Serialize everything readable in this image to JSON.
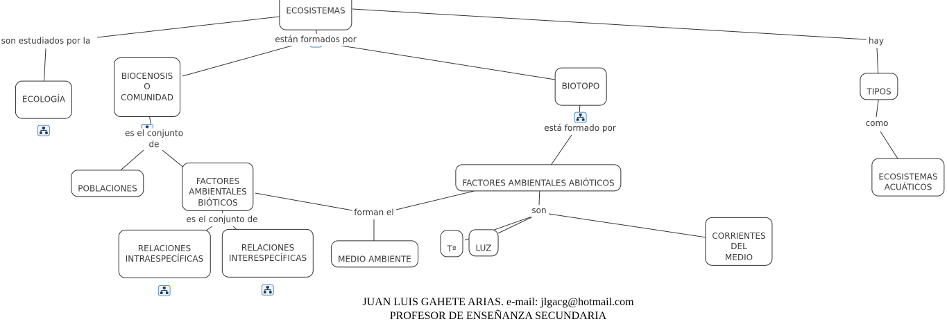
{
  "concepts": {
    "ecosistemas": {
      "label": "ECOSISTEMAS"
    },
    "ecologia": {
      "label": "ECOLOGÍA"
    },
    "biocenosis": {
      "label": "BIOCENOSIS\nO\nCOMUNIDAD"
    },
    "biotopo": {
      "label": "BIOTOPO"
    },
    "tipos": {
      "label": "TIPOS"
    },
    "poblaciones": {
      "label": "POBLACIONES"
    },
    "factores_bioticos": {
      "label": "FACTORES\nAMBIENTALES\nBIÓTICOS"
    },
    "factores_abioticos": {
      "label": "FACTORES AMBIENTALES ABIÓTICOS"
    },
    "relaciones_intra": {
      "label": "RELACIONES\nINTRAESPECÍFICAS"
    },
    "relaciones_inter": {
      "label": "RELACIONES\nINTERESPECÍFICAS"
    },
    "medio_ambiente": {
      "label": "MEDIO AMBIENTE"
    },
    "temperatura": {
      "label": "Tª"
    },
    "luz": {
      "label": "LUZ"
    },
    "corrientes": {
      "label": "CORRIENTES\nDEL\nMEDIO"
    },
    "ecosistemas_acuaticos": {
      "label": "ECOSISTEMAS\nACUÁTICOS"
    }
  },
  "links": {
    "son_estudiados": "son estudiados por la",
    "estan_formados": "están formados por",
    "hay": "hay",
    "es_el_conjunto_de_1": "es el conjunto\nde",
    "es_el_conjunto_de_2": "es el conjunto de",
    "forman_el": "forman el",
    "esta_formado_por": "está formado por",
    "son": "son",
    "como": "como"
  },
  "edges": [
    {
      "from": "ECOSISTEMAS",
      "label": "son estudiados por la",
      "to": "ECOLOGÍA"
    },
    {
      "from": "ECOSISTEMAS",
      "label": "están formados por",
      "to": "BIOCENOSIS O COMUNIDAD"
    },
    {
      "from": "ECOSISTEMAS",
      "label": "están formados por",
      "to": "BIOTOPO"
    },
    {
      "from": "ECOSISTEMAS",
      "label": "hay",
      "to": "TIPOS"
    },
    {
      "from": "BIOCENOSIS O COMUNIDAD",
      "label": "es el conjunto de",
      "to": "POBLACIONES"
    },
    {
      "from": "BIOCENOSIS O COMUNIDAD",
      "label": "es el conjunto de",
      "to": "FACTORES AMBIENTALES BIÓTICOS"
    },
    {
      "from": "FACTORES AMBIENTALES BIÓTICOS",
      "label": "es el conjunto de",
      "to": "RELACIONES INTRAESPECÍFICAS"
    },
    {
      "from": "FACTORES AMBIENTALES BIÓTICOS",
      "label": "es el conjunto de",
      "to": "RELACIONES INTERESPECÍFICAS"
    },
    {
      "from": "FACTORES AMBIENTALES BIÓTICOS",
      "label": "forman el",
      "to": "MEDIO AMBIENTE"
    },
    {
      "from": "FACTORES AMBIENTALES ABIÓTICOS",
      "label": "forman el",
      "to": "MEDIO AMBIENTE"
    },
    {
      "from": "BIOTOPO",
      "label": "está formado por",
      "to": "FACTORES AMBIENTALES ABIÓTICOS"
    },
    {
      "from": "FACTORES AMBIENTALES ABIÓTICOS",
      "label": "son",
      "to": "Tª"
    },
    {
      "from": "FACTORES AMBIENTALES ABIÓTICOS",
      "label": "son",
      "to": "LUZ"
    },
    {
      "from": "FACTORES AMBIENTALES ABIÓTICOS",
      "label": "son",
      "to": "CORRIENTES DEL MEDIO"
    },
    {
      "from": "TIPOS",
      "label": "como",
      "to": "ECOSISTEMAS ACUÁTICOS"
    }
  ],
  "icons": {
    "resource": "linked-map-resource-icon"
  },
  "colors": {
    "background": "#ffffff",
    "node_border": "#2f2f2f",
    "node_text": "#3b3b3b",
    "line": "#333333",
    "icon_border": "#4a86c8",
    "icon_fill": "#edf4fc",
    "icon_glyph": "#16325c"
  },
  "footer": {
    "line1": "JUAN LUIS GAHETE ARIAS. e-mail: jlgacg@hotmail.com",
    "line2": "PROFESOR DE ENSEÑANZA SECUNDARIA"
  }
}
